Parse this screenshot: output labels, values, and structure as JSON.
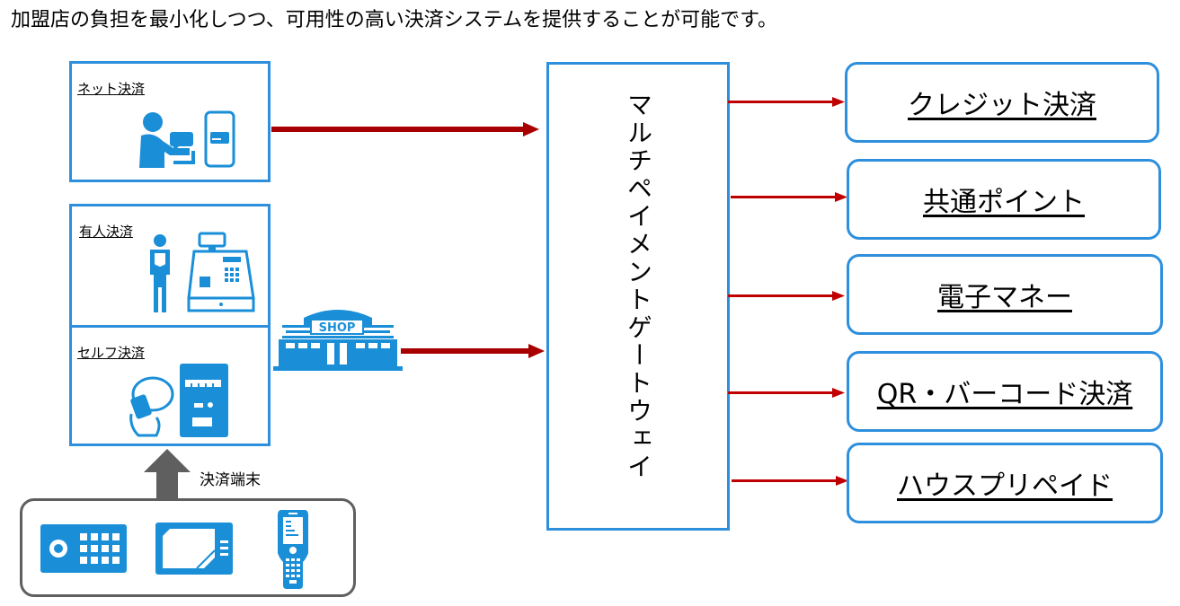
{
  "headline": "加盟店の負担を最小化しつつ、可用性の高い決済システムを提供することが可能です。",
  "channels": {
    "net": {
      "label": "ネット決済",
      "icons": [
        "online-shopper-icon",
        "smartphone-card-icon"
      ]
    },
    "staffed": {
      "label": "有人決済",
      "icons": [
        "cashier-staff-icon",
        "cash-register-icon"
      ]
    },
    "self": {
      "label": "セルフ決済",
      "icons": [
        "card-tap-hand-icon",
        "kiosk-machine-icon"
      ]
    },
    "shop_icon": {
      "name": "shop-icon",
      "text": "SHOP"
    }
  },
  "terminals": {
    "label": "決済端末",
    "items": [
      "card-reader-keypad-icon",
      "touch-panel-terminal-icon",
      "handheld-terminal-icon"
    ]
  },
  "gateway": {
    "label": "マルチペイメントゲートウェイ"
  },
  "payment_methods": [
    {
      "label": "クレジット決済"
    },
    {
      "label": "共通ポイント"
    },
    {
      "label": "電子マネー"
    },
    {
      "label": "QR・バーコード決済"
    },
    {
      "label": "ハウスプリペイド"
    }
  ],
  "colors": {
    "box_border": "#2e8fdc",
    "icon_blue": "#1a8fd8",
    "arrow_red": "#a80000",
    "arrow_gray": "#5f5f5f"
  }
}
